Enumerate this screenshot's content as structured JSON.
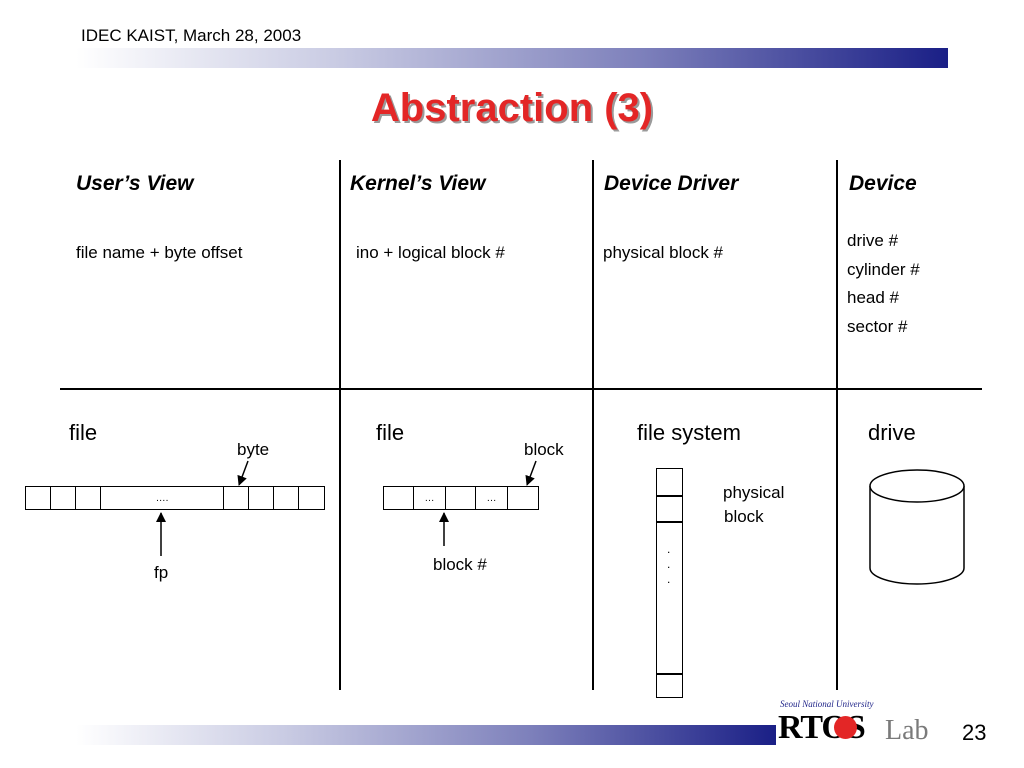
{
  "header": {
    "text": "IDEC KAIST, March 28, 2003"
  },
  "title": "Abstraction (3)",
  "columns": [
    {
      "heading": "User’s View",
      "address": "file name + byte offset"
    },
    {
      "heading": "Kernel’s View",
      "address": "ino + logical block #"
    },
    {
      "heading": "Device Driver",
      "address": "physical block #"
    },
    {
      "heading": "Device",
      "address_lines": [
        "drive #",
        "cylinder #",
        "head #",
        "sector #"
      ]
    }
  ],
  "diagrams": {
    "user": {
      "label": "file",
      "cell_text": "….",
      "pointer_top": "byte",
      "pointer_bottom": "fp"
    },
    "kernel": {
      "label": "file",
      "cell_text_1": "…",
      "cell_text_2": "…",
      "pointer_top": "block",
      "pointer_bottom": "block #"
    },
    "driver": {
      "label": "file system",
      "block_label_1": "physical",
      "block_label_2": "block",
      "dots": "."
    },
    "device": {
      "label": "drive"
    }
  },
  "footer": {
    "logo_top": "Seoul National University",
    "logo_main": "RTOS",
    "logo_lab": "Lab",
    "page_number": "23"
  },
  "colors": {
    "title": "#e32626",
    "bar_dark": "#1a1f86",
    "logo_circle": "#e32626"
  }
}
